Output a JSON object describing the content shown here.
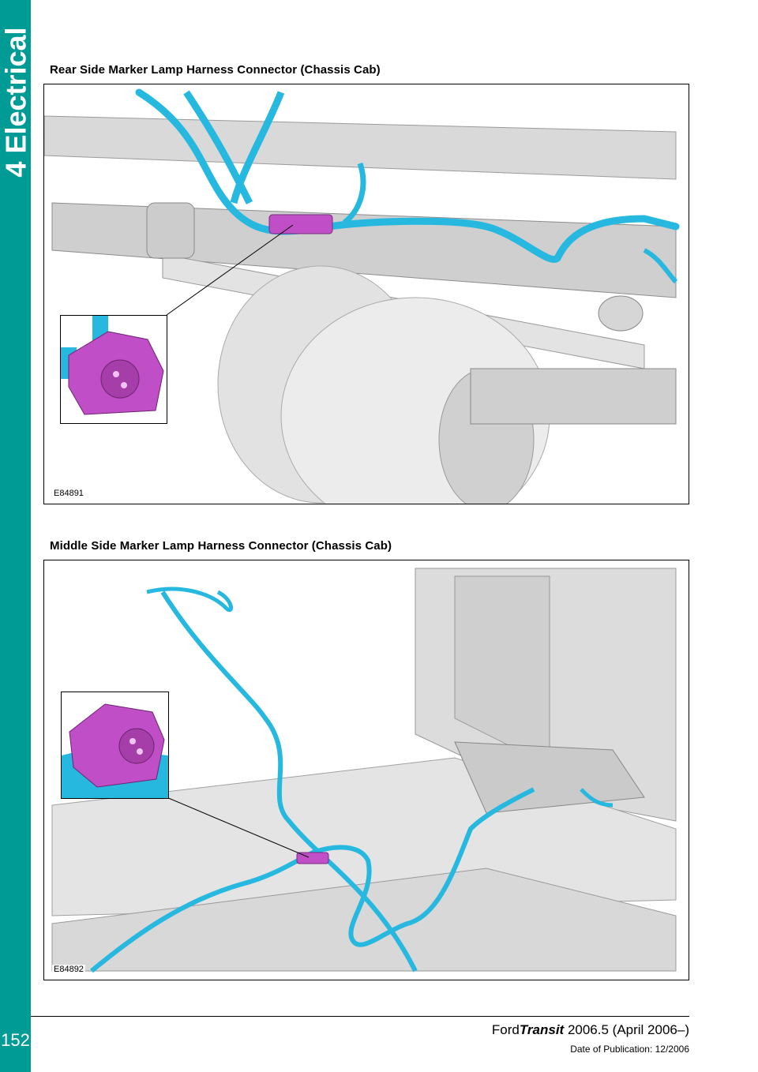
{
  "section": {
    "tab_label": "4 Electrical",
    "page_number": "152"
  },
  "figures": [
    {
      "caption": "Rear Side Marker Lamp Harness Connector (Chassis Cab)",
      "image_id": "E84891"
    },
    {
      "caption": "Middle Side Marker Lamp Harness Connector (Chassis Cab)",
      "image_id": "E84892"
    }
  ],
  "footer": {
    "brand": "Ford",
    "model": "Transit",
    "edition": " 2006.5 (April 2006–)",
    "publication_date": "Date of Publication: 12/2006"
  },
  "colors": {
    "sidebar": "#009b95",
    "harness": "#27b8e0",
    "connector": "#c04ec6"
  }
}
